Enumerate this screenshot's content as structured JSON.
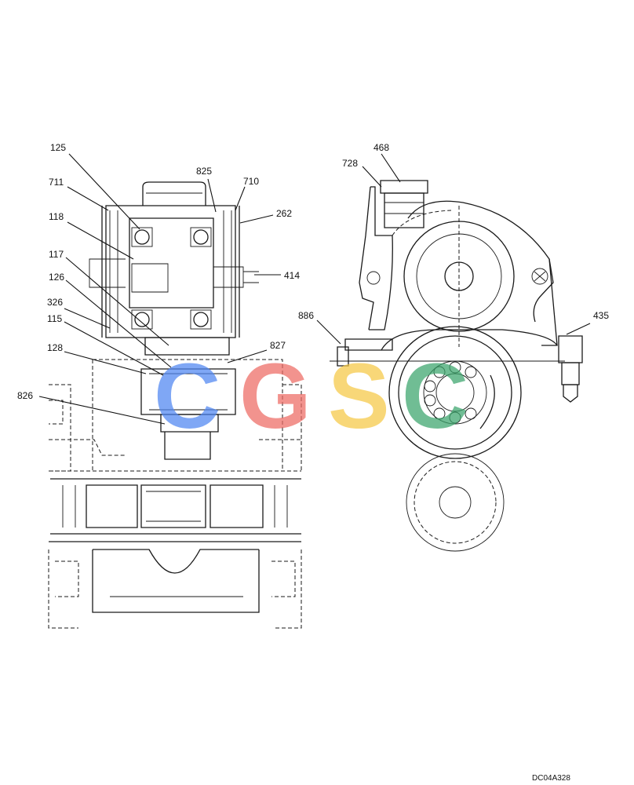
{
  "callouts": [
    {
      "id": "125",
      "label": "125"
    },
    {
      "id": "711",
      "label": "711"
    },
    {
      "id": "118",
      "label": "118"
    },
    {
      "id": "117",
      "label": "117"
    },
    {
      "id": "126",
      "label": "126"
    },
    {
      "id": "326",
      "label": "326"
    },
    {
      "id": "115",
      "label": "115"
    },
    {
      "id": "128",
      "label": "128"
    },
    {
      "id": "826",
      "label": "826"
    },
    {
      "id": "825",
      "label": "825"
    },
    {
      "id": "710",
      "label": "710"
    },
    {
      "id": "262",
      "label": "262"
    },
    {
      "id": "414",
      "label": "414"
    },
    {
      "id": "827",
      "label": "827"
    },
    {
      "id": "468",
      "label": "468"
    },
    {
      "id": "728",
      "label": "728"
    },
    {
      "id": "886",
      "label": "886"
    },
    {
      "id": "435",
      "label": "435"
    }
  ],
  "watermark": {
    "letters": [
      {
        "char": "C",
        "color": "#4f86f2"
      },
      {
        "char": "G",
        "color": "#ee6a63"
      },
      {
        "char": "S",
        "color": "#f6c945"
      },
      {
        "char": "C",
        "color": "#3aa56b"
      }
    ]
  },
  "drawing_code": "DC04A328"
}
